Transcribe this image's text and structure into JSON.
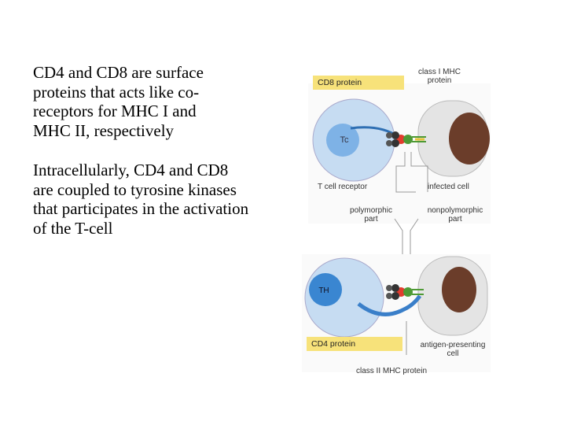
{
  "text": {
    "paragraph1": "CD4 and CD8 are surface\nproteins that acts like co-\nreceptors for MHC I and\nMHC II, respectively",
    "paragraph2": "Intracellularly, CD4 and CD8\nare coupled to tyrosine kinases\nthat participates in the activation\nof the T-cell"
  },
  "diagram": {
    "cd8_protein": "CD8 protein",
    "class_i_mhc": "class I MHC\nprotein",
    "tc_label": "Tc",
    "t_cell_receptor": "T cell receptor",
    "infected_cell": "infected cell",
    "polymorphic_part": "polymorphic\npart",
    "nonpolymorphic_part": "nonpolymorphic\npart",
    "th_label": "TH",
    "cd4_protein": "CD4 protein",
    "antigen_presenting_cell": "antigen-presenting\ncell",
    "class_ii_mhc": "class II MHC protein"
  },
  "colors": {
    "t_cell": "#9cc3ea",
    "nucleus_tcell": "#6aa3dd",
    "target_cell": "#e4e4e4",
    "target_nucleus": "#6b3d2a",
    "label_box": "#f7e27a",
    "coreceptor": "#3a7fc9"
  }
}
